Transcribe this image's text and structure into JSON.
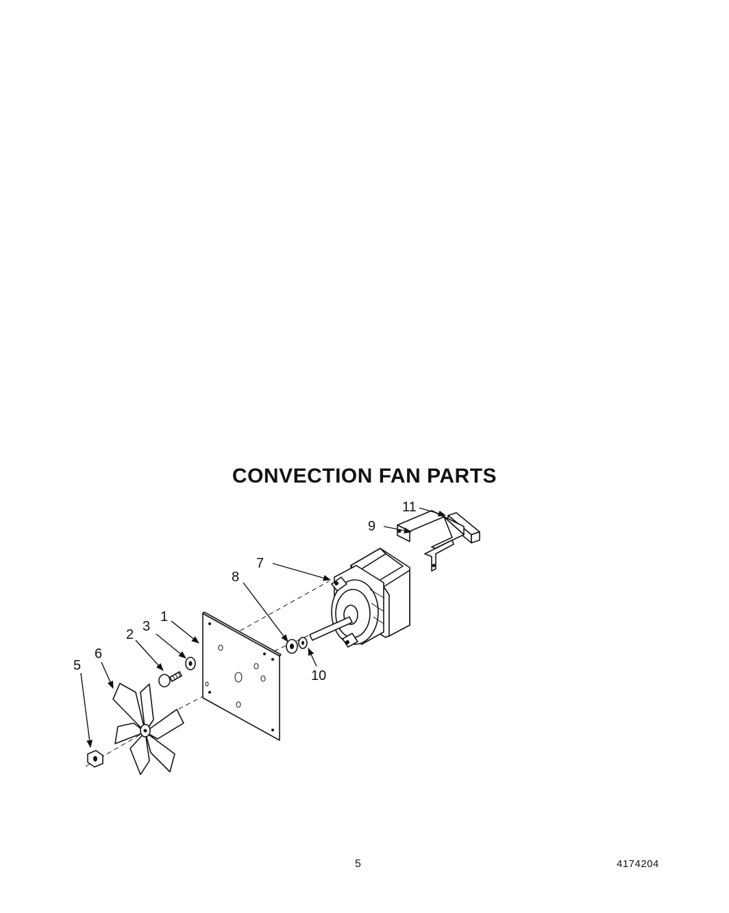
{
  "title": "CONVECTION FAN PARTS",
  "page_number": "5",
  "document_number": "4174204",
  "callouts": {
    "c1": "1",
    "c2": "2",
    "c3": "3",
    "c5": "5",
    "c6": "6",
    "c7": "7",
    "c8": "8",
    "c9": "9",
    "c10": "10",
    "c11": "11"
  }
}
